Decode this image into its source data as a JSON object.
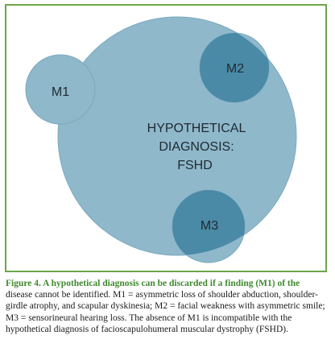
{
  "diagram": {
    "colors": {
      "circle_fill": "#8fb8cb",
      "circle_stroke": "#7aa9be",
      "overlap_fill": "#4a8aa6",
      "text": "#1f2a30",
      "frame_border": "#6fa54a"
    },
    "labels": {
      "m1": "M1",
      "m2": "M2",
      "m3": "M3",
      "center_line1": "HYPOTHETICAL",
      "center_line2": "DIAGNOSIS:",
      "center_line3": "FSHD"
    }
  },
  "caption": {
    "label": "Figure 4.",
    "lead_text": " A hypothetical diagnosis can be discarded if a finding (M1) of the",
    "body": "disease cannot be identified. M1 = asymmetric loss of shoulder abduction, shoulder-girdle atrophy, and scapular dyskinesia; M2 = facial weakness with asymmetric smile; M3 = sensorineural hearing loss. The absence of M1 is incompatible with the hypothetical diagnosis of facioscapulohumeral muscular dystrophy (FSHD)."
  }
}
